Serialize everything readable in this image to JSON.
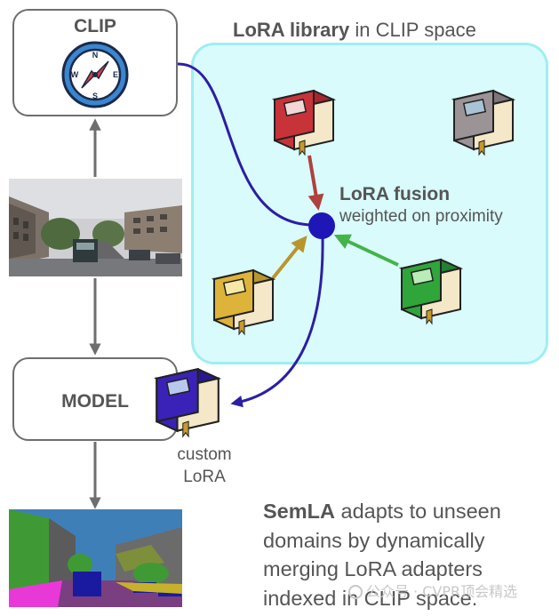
{
  "clip_box": {
    "label": "CLIP"
  },
  "model_box": {
    "label": "MODEL"
  },
  "library": {
    "title_bold": "LoRA library",
    "title_rest": " in CLIP space"
  },
  "fusion": {
    "title": "LoRA fusion",
    "subtitle": "weighted on proximity"
  },
  "custom_lora": {
    "line1": "custom",
    "line2": "LoRA"
  },
  "caption": {
    "bold": "SemLA",
    "line1_rest": " adapts to unseen",
    "line2": "domains by dynamically",
    "line3": "merging LoRA adapters",
    "line4": "indexed in CLIP space."
  },
  "watermark": {
    "text": "公众号 · CVPR顶会精选"
  },
  "colors": {
    "library_fill": "#d9fbfb",
    "library_border": "#9eeef4",
    "fusion_node": "#1f16b8",
    "arrow_red": "#b0413e",
    "arrow_yellow": "#b8962e",
    "arrow_green": "#44b348",
    "arrow_purple": "#2c1fa3",
    "book_red": "#c8333a",
    "book_gray": "#9b9396",
    "book_yellow": "#ddb339",
    "book_green": "#2fa53a",
    "book_purple": "#3a22b8"
  },
  "icons": [
    "compass-icon",
    "book-icon",
    "street-photo",
    "segmentation-map"
  ]
}
